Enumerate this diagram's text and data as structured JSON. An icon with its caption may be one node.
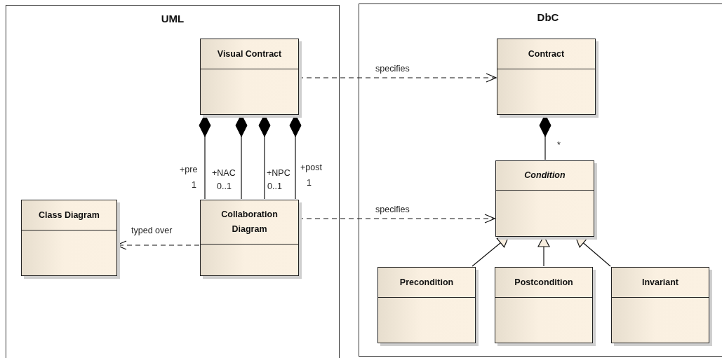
{
  "diagram": {
    "nodes": [
      {
        "text": [
          "UML"
        ]
      },
      {
        "text": [
          "Visual Contract"
        ],
        "in": 0
      },
      {
        "text": [
          "Class Diagram"
        ],
        "in": 0
      },
      {
        "text": [
          "Collaboration Diagram"
        ],
        "in": 0
      },
      {
        "text": [
          "DbC"
        ]
      },
      {
        "text": [
          "Contract"
        ],
        "in": 4
      },
      {
        "text": [
          "Condition"
        ],
        "in": 4
      },
      {
        "text": [
          "Precondition"
        ],
        "in": 4
      },
      {
        "text": [
          "Postcondition"
        ],
        "in": 4
      },
      {
        "text": [
          "Invariant"
        ],
        "in": 4
      }
    ],
    "edges": [
      {
        "from": 3,
        "to": 2,
        "arrow": "to",
        "style": "dashed",
        "label": "typed over"
      },
      {
        "from": 1,
        "to": 5,
        "arrow": "to",
        "style": "dashed",
        "label": "specifies"
      },
      {
        "from": 3,
        "to": 6,
        "arrow": "to",
        "style": "dashed",
        "label": "specifies"
      },
      {
        "from": 1,
        "to": 3,
        "arrow": "other",
        "label": "+pre"
      },
      {
        "from": 1,
        "to": 3,
        "arrow": "other",
        "label": "+NAC"
      },
      {
        "from": 1,
        "to": 3,
        "arrow": "other",
        "label": "+NPC"
      },
      {
        "from": 1,
        "to": 3,
        "arrow": "other",
        "label": "+post"
      },
      {
        "from": 5,
        "to": 6,
        "arrow": "other"
      },
      {
        "from": 7,
        "to": 6,
        "arrow": "to"
      },
      {
        "from": 8,
        "to": 6,
        "arrow": "to"
      },
      {
        "from": 9,
        "to": 6,
        "arrow": "to"
      }
    ],
    "labels": [
      "1",
      "0..1",
      "0..1",
      "1",
      "*"
    ]
  }
}
